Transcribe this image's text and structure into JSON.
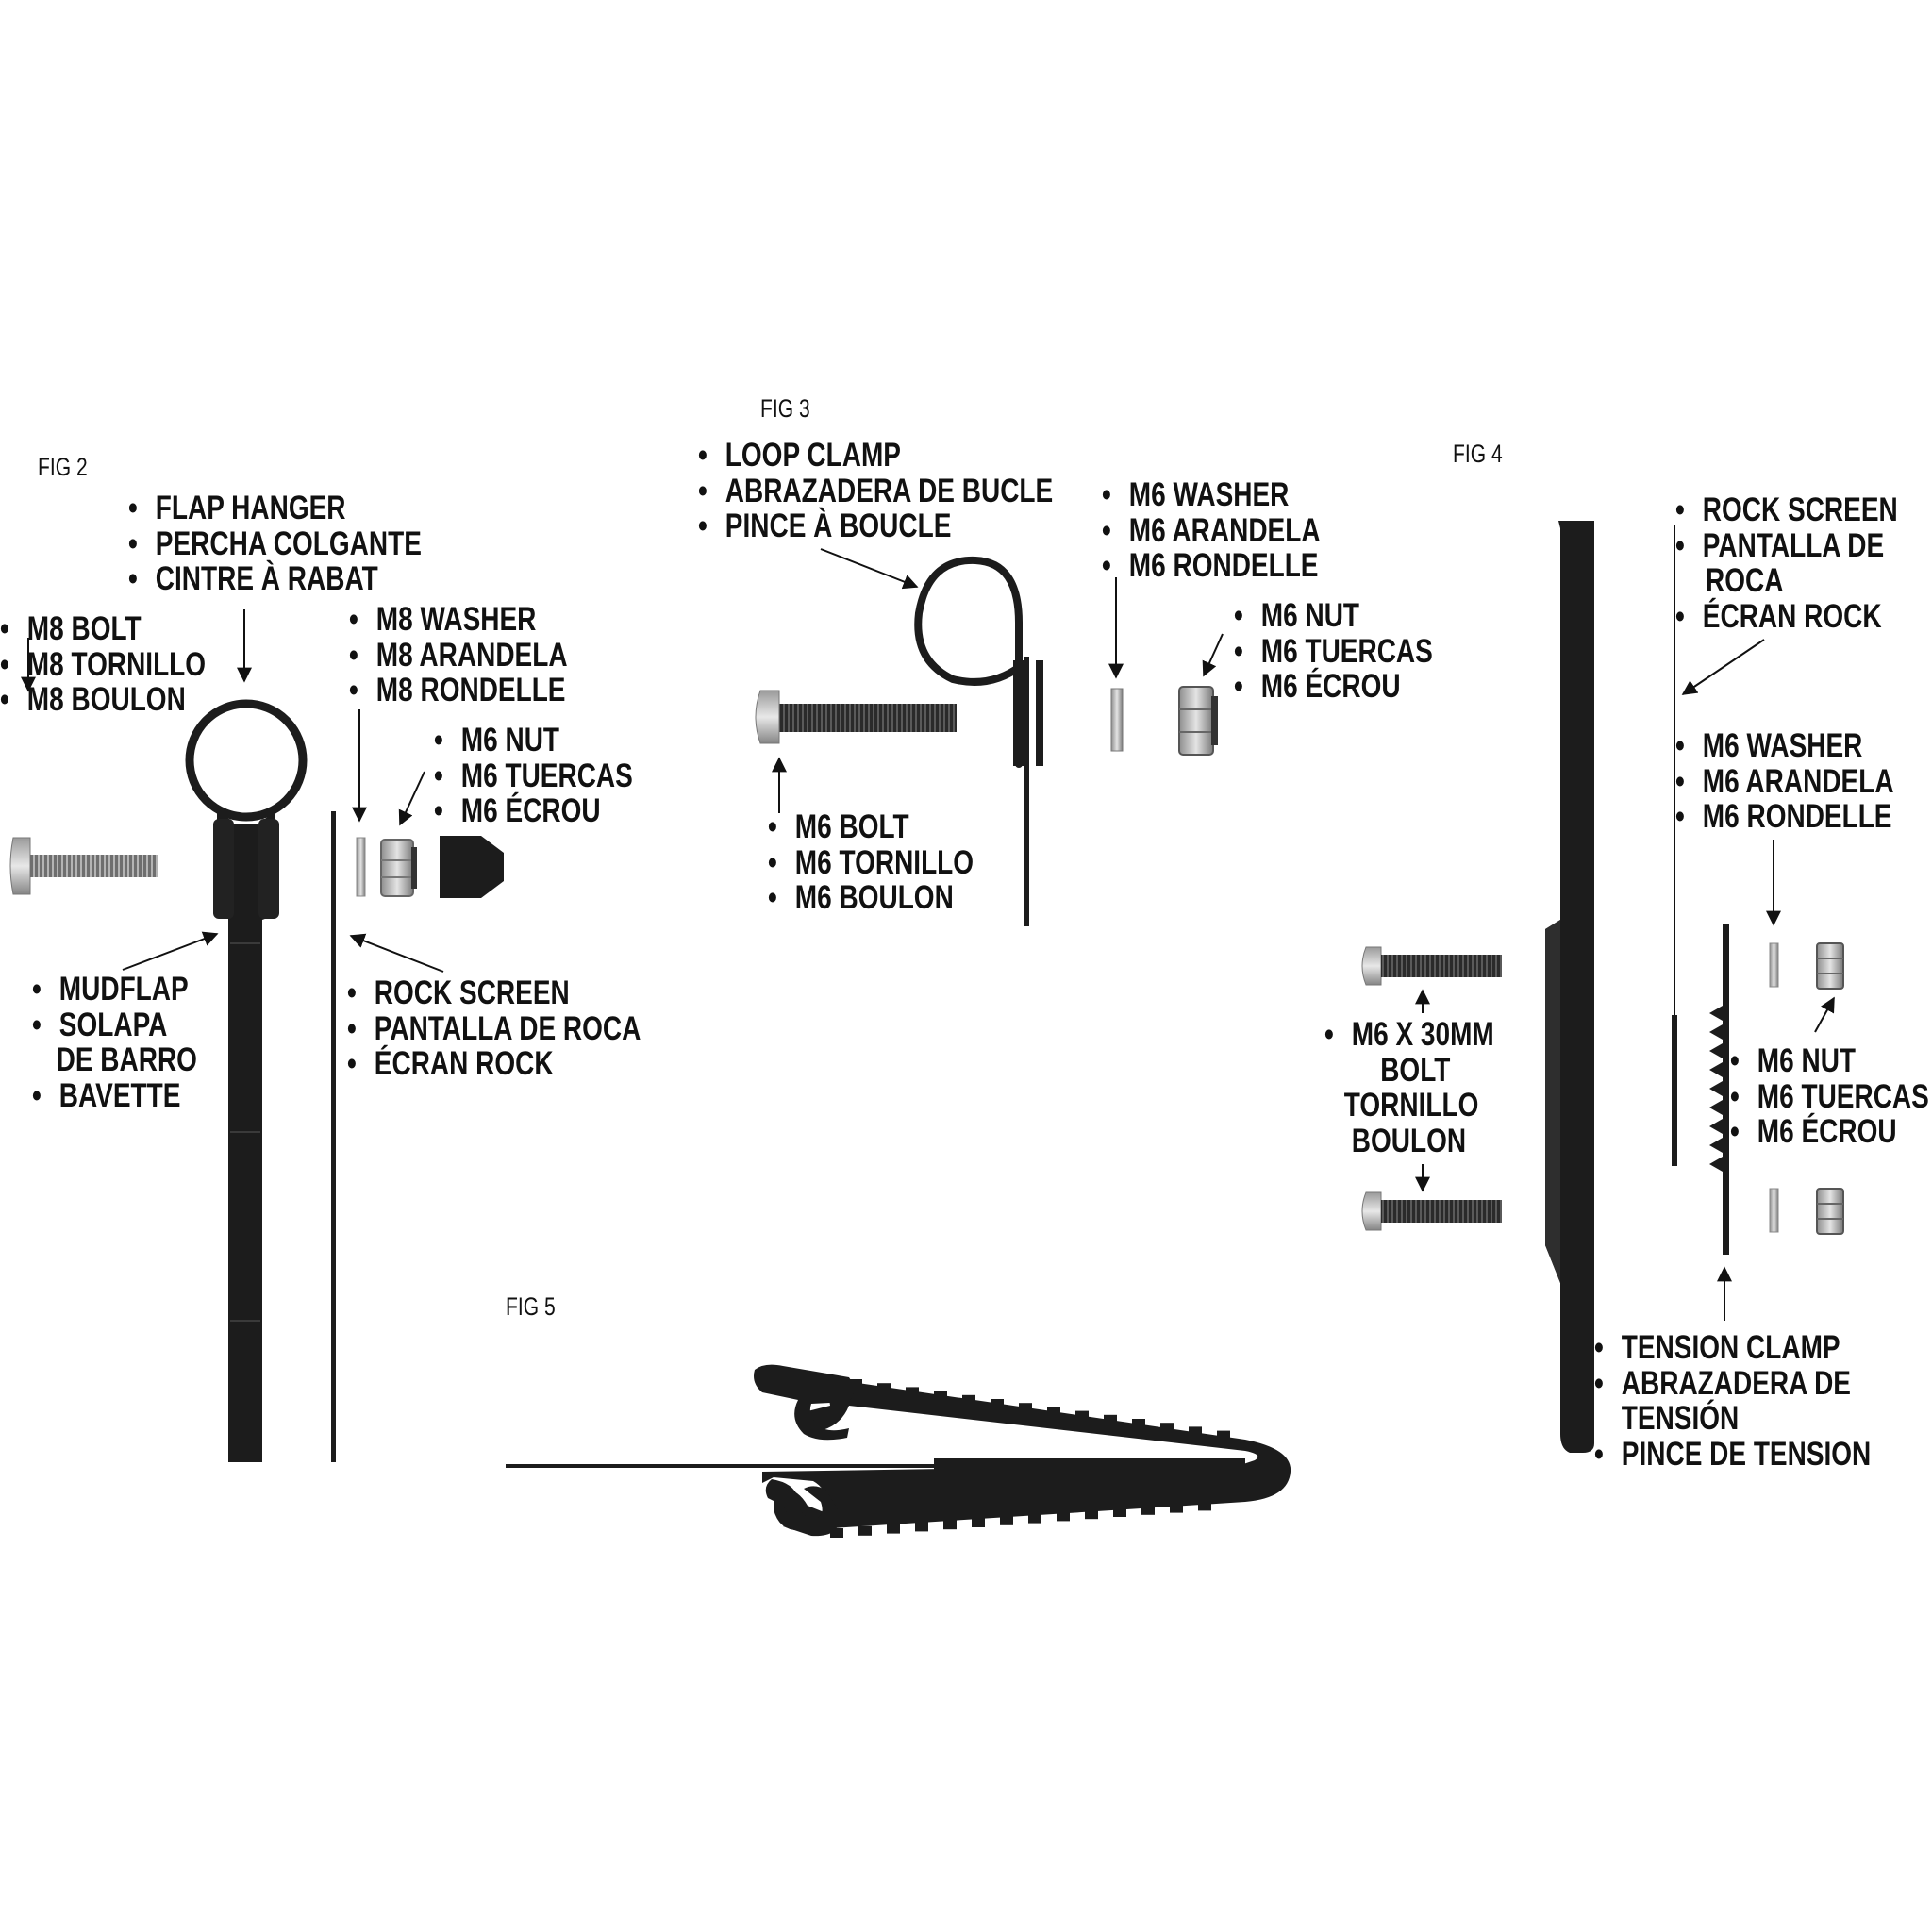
{
  "figures": {
    "fig2": "FIG 2",
    "fig3": "FIG 3",
    "fig4": "FIG 4",
    "fig5": "FIG 5"
  },
  "fig2": {
    "flap_hanger": [
      "FLAP HANGER",
      "PERCHA COLGANTE",
      "CINTRE À RABAT"
    ],
    "m8_bolt": [
      "M8 BOLT",
      "M8 TORNILLO",
      "M8 BOULON"
    ],
    "m8_washer": [
      "M8 WASHER",
      "M8 ARANDELA",
      "M8 RONDELLE"
    ],
    "m6_nut": [
      "M6 NUT",
      "M6 TUERCAS",
      "M6 ÉCROU"
    ],
    "mudflap": [
      "MUDFLAP",
      "SOLAPA",
      "DE BARRO",
      "BAVETTE"
    ],
    "rock_screen": [
      "ROCK SCREEN",
      "PANTALLA DE ROCA",
      "ÉCRAN ROCK"
    ]
  },
  "fig3": {
    "loop_clamp": [
      "LOOP CLAMP",
      "ABRAZADERA DE BUCLE",
      "PINCE À BOUCLE"
    ],
    "m6_washer": [
      "M6 WASHER",
      "M6 ARANDELA",
      "M6 RONDELLE"
    ],
    "m6_nut": [
      "M6 NUT",
      "M6 TUERCAS",
      "M6 ÉCROU"
    ],
    "m6_bolt": [
      "M6 BOLT",
      "M6 TORNILLO",
      "M6 BOULON"
    ]
  },
  "fig4": {
    "rock_screen": [
      "ROCK SCREEN",
      "PANTALLA DE",
      "ROCA",
      "ÉCRAN ROCK"
    ],
    "m6_washer": [
      "M6 WASHER",
      "M6 ARANDELA",
      "M6 RONDELLE"
    ],
    "m6x30_bolt": [
      "M6 X 30MM",
      "BOLT",
      "TORNILLO",
      "BOULON"
    ],
    "m6_nut": [
      "M6 NUT",
      "M6 TUERCAS",
      "M6 ÉCROU"
    ],
    "tension_clamp": [
      "TENSION CLAMP",
      "ABRAZADERA DE",
      "TENSIÓN",
      "PINCE DE TENSION"
    ]
  },
  "colors": {
    "part": "#1c1c1c",
    "metal": "#b8b8b8",
    "ink": "#111111"
  }
}
